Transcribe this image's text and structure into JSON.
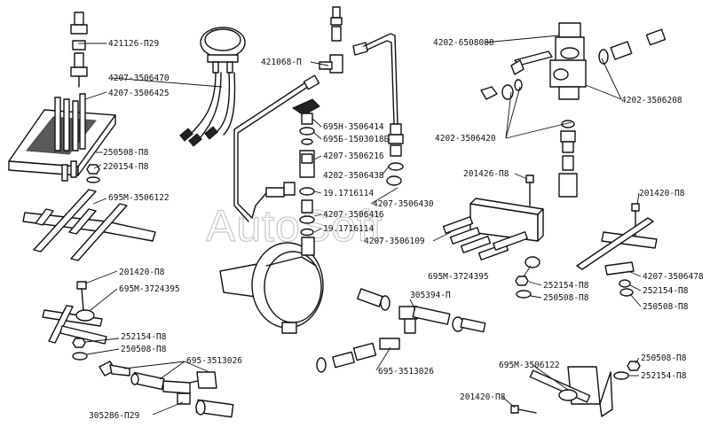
{
  "watermark": "AutoSoft",
  "labels": [
    {
      "id": "l1",
      "text": "421126-П29"
    },
    {
      "id": "l2",
      "text": "4207-3506470"
    },
    {
      "id": "l3",
      "text": "4207-3506425"
    },
    {
      "id": "l4",
      "text": "250508-П8"
    },
    {
      "id": "l5",
      "text": "220154-П8"
    },
    {
      "id": "l6",
      "text": "695М-3506122"
    },
    {
      "id": "l7",
      "text": "201420-П8"
    },
    {
      "id": "l8",
      "text": "695М-3724395"
    },
    {
      "id": "l9",
      "text": "252154-П8"
    },
    {
      "id": "l10",
      "text": "250508-П8"
    },
    {
      "id": "l11",
      "text": "695-3513026"
    },
    {
      "id": "l12",
      "text": "305286-П29"
    },
    {
      "id": "l13",
      "text": "421068-П"
    },
    {
      "id": "l14",
      "text": "695Н-3506414"
    },
    {
      "id": "l15",
      "text": "695Б-1503018Б"
    },
    {
      "id": "l16",
      "text": "4207-3506216"
    },
    {
      "id": "l17",
      "text": "4202-3506438"
    },
    {
      "id": "l18",
      "text": "19.1716114"
    },
    {
      "id": "l19",
      "text": "4207-3506430"
    },
    {
      "id": "l20",
      "text": "4207-3506416"
    },
    {
      "id": "l21",
      "text": "19.1716114"
    },
    {
      "id": "l22",
      "text": "4207-3506109"
    },
    {
      "id": "l23",
      "text": "4202-6508088"
    },
    {
      "id": "l24",
      "text": "4202-3506208"
    },
    {
      "id": "l25",
      "text": "4202-3506420"
    },
    {
      "id": "l26",
      "text": "201426-П8"
    },
    {
      "id": "l27",
      "text": "201420-П8"
    },
    {
      "id": "l28",
      "text": "695М-3724395"
    },
    {
      "id": "l29",
      "text": "252154-П8"
    },
    {
      "id": "l30",
      "text": "250508-П8"
    },
    {
      "id": "l31",
      "text": "4207-3506478"
    },
    {
      "id": "l32",
      "text": "252154-П8"
    },
    {
      "id": "l33",
      "text": "250508-П8"
    },
    {
      "id": "l34",
      "text": "305394-П"
    },
    {
      "id": "l35",
      "text": "695-3513026"
    },
    {
      "id": "l36",
      "text": "695М-3506122"
    },
    {
      "id": "l37",
      "text": "250508-П8"
    },
    {
      "id": "l38",
      "text": "252154-П8"
    },
    {
      "id": "l39",
      "text": "201420-П8"
    }
  ]
}
